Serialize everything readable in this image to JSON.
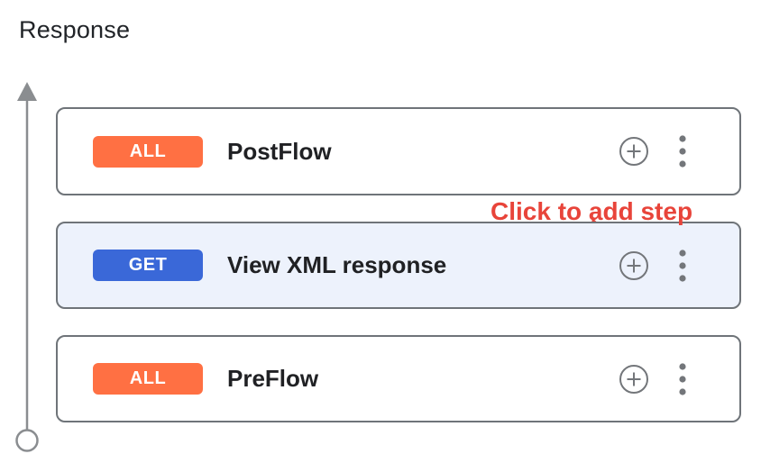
{
  "page": {
    "title": "Response"
  },
  "annotation": {
    "label": "Click to add step",
    "color": "#E8443A",
    "points_to": "add-step-button of selected card"
  },
  "flow": {
    "direction": "upward",
    "track_color": "#8A8D90",
    "cards": [
      {
        "method": "ALL",
        "method_color": "#FF7043",
        "label": "PostFlow",
        "selected": false
      },
      {
        "method": "GET",
        "method_color": "#3A68D8",
        "label": "View XML response",
        "selected": true
      },
      {
        "method": "ALL",
        "method_color": "#FF7043",
        "label": "PreFlow",
        "selected": false
      }
    ],
    "card_actions": {
      "add_step_icon": "plus-circle-icon",
      "more_options_icon": "kebab-menu-icon"
    },
    "colors": {
      "card_border": "#6F7479",
      "selected_card_background": "#EDF2FC",
      "icon_gray": "#73767A",
      "label_text": "#202124"
    }
  }
}
